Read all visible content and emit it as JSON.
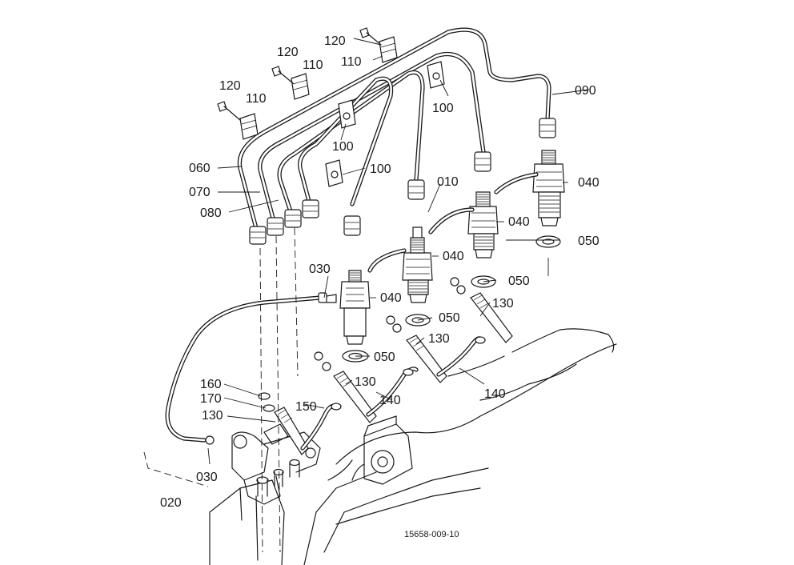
{
  "diagram": {
    "code": "15658-009-10",
    "labels": {
      "l010": "010",
      "l020": "020",
      "l030a": "030",
      "l030b": "030",
      "l040a": "040",
      "l040b": "040",
      "l040c": "040",
      "l040d": "040",
      "l050a": "050",
      "l050b": "050",
      "l050c": "050",
      "l050d": "050",
      "l060": "060",
      "l070": "070",
      "l080": "080",
      "l090": "090",
      "l100a": "100",
      "l100b": "100",
      "l100c": "100",
      "l110a": "110",
      "l110b": "110",
      "l110c": "110",
      "l120a": "120",
      "l120b": "120",
      "l120c": "120",
      "l130a": "130",
      "l130b": "130",
      "l130c": "130",
      "l130d": "130",
      "l140a": "140",
      "l140b": "140",
      "l150": "150",
      "l160": "160",
      "l170": "170"
    }
  }
}
